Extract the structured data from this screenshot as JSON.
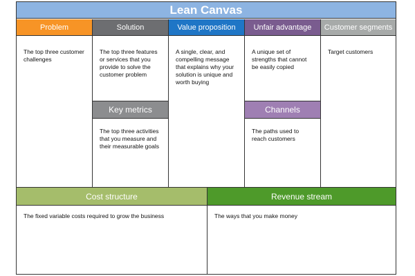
{
  "title": "Lean Canvas",
  "columns": [
    {
      "key": "problem",
      "label": "Problem",
      "color": "#f79426",
      "text": "The top three customer challenges"
    },
    {
      "key": "solution",
      "label": "Solution",
      "color": "#6d6e71",
      "text": "The top three features or services that you provide to solve the customer problem"
    },
    {
      "key": "value",
      "label": "Value proposition",
      "color": "#1f76c6",
      "text": "A single, clear, and compelling message that explains why your solution is unique and worth buying"
    },
    {
      "key": "unfair",
      "label": "Unfair advantage",
      "color": "#7a5c8f",
      "text": "A unique set of strengths that cannot be easily copied"
    },
    {
      "key": "segments",
      "label": "Customer segments",
      "color": "#a7aaa9",
      "text": "Target customers"
    }
  ],
  "key_metrics": {
    "label": "Key metrics",
    "color": "#8c8d8f",
    "text": "The top three activities that you measure and their measurable goals"
  },
  "channels": {
    "label": "Channels",
    "color": "#9f7fb3",
    "text": "The paths used to reach customers"
  },
  "cost": {
    "label": "Cost structure",
    "color": "#a5bd6b",
    "text": "The fixed variable costs required to grow the business"
  },
  "revenue": {
    "label": "Revenue stream",
    "color": "#4e9a2a",
    "text": "The ways that you make money"
  }
}
